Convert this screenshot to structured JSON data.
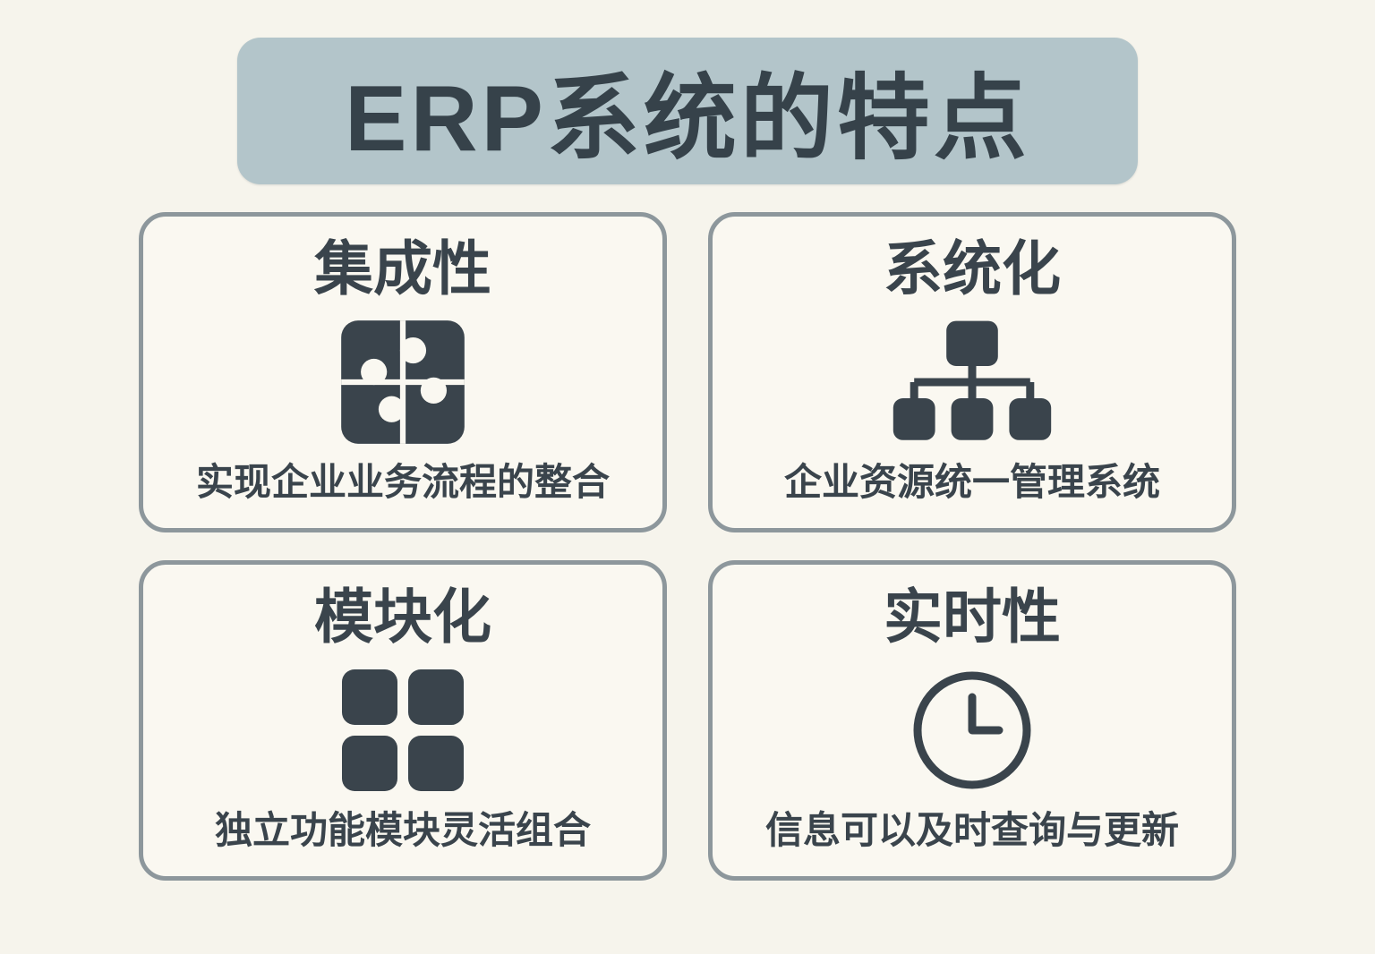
{
  "theme": {
    "page_bg": "#f6f4ec",
    "banner_bg": "#b3c5ca",
    "text_dark": "#3a444c",
    "card_bg": "#faf8f1",
    "card_border": "#8d979c"
  },
  "title": "ERP系统的特点",
  "cards": [
    {
      "heading": "集成性",
      "icon": "puzzle-icon",
      "caption": "实现企业业务流程的整合"
    },
    {
      "heading": "系统化",
      "icon": "org-chart-icon",
      "caption": "企业资源统一管理系统"
    },
    {
      "heading": "模块化",
      "icon": "modules-grid-icon",
      "caption": "独立功能模块灵活组合"
    },
    {
      "heading": "实时性",
      "icon": "clock-icon",
      "caption": "信息可以及时查询与更新"
    }
  ]
}
